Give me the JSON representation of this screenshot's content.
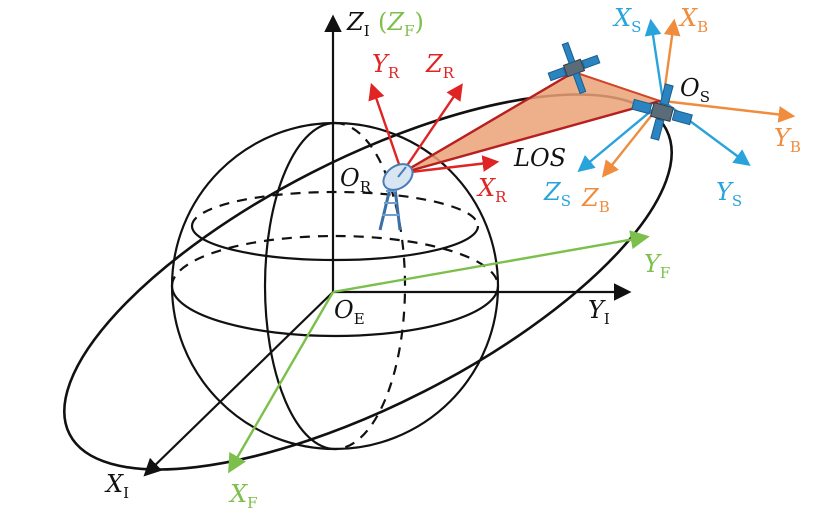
{
  "colors": {
    "inertial": "#111111",
    "fixed": "#7cbf4a",
    "radar": "#e02424",
    "satellite": "#29a3dc",
    "body": "#ef8c3d",
    "los_fill": "#eaa275",
    "outline": "#111111"
  },
  "labels": {
    "z_inertial": {
      "main": "Z",
      "sub": "I"
    },
    "z_fixed_open": "(",
    "z_fixed": {
      "main": "Z",
      "sub": "F"
    },
    "z_fixed_close": ")",
    "y_inertial": {
      "main": "Y",
      "sub": "I"
    },
    "x_inertial": {
      "main": "X",
      "sub": "I"
    },
    "y_fixed": {
      "main": "Y",
      "sub": "F"
    },
    "x_fixed": {
      "main": "X",
      "sub": "F"
    },
    "earth_origin": {
      "main": "O",
      "sub": "E"
    },
    "radar_origin": {
      "main": "O",
      "sub": "R"
    },
    "y_radar": {
      "main": "Y",
      "sub": "R"
    },
    "z_radar": {
      "main": "Z",
      "sub": "R"
    },
    "x_radar": {
      "main": "X",
      "sub": "R"
    },
    "los": "LOS",
    "sat_origin": {
      "main": "O",
      "sub": "S"
    },
    "x_sat": {
      "main": "X",
      "sub": "S"
    },
    "x_body": {
      "main": "X",
      "sub": "B"
    },
    "y_body": {
      "main": "Y",
      "sub": "B"
    },
    "y_sat": {
      "main": "Y",
      "sub": "S"
    },
    "z_sat": {
      "main": "Z",
      "sub": "S"
    },
    "z_body": {
      "main": "Z",
      "sub": "B"
    }
  },
  "icons": [
    "radar-antenna-icon",
    "satellite-icon"
  ]
}
